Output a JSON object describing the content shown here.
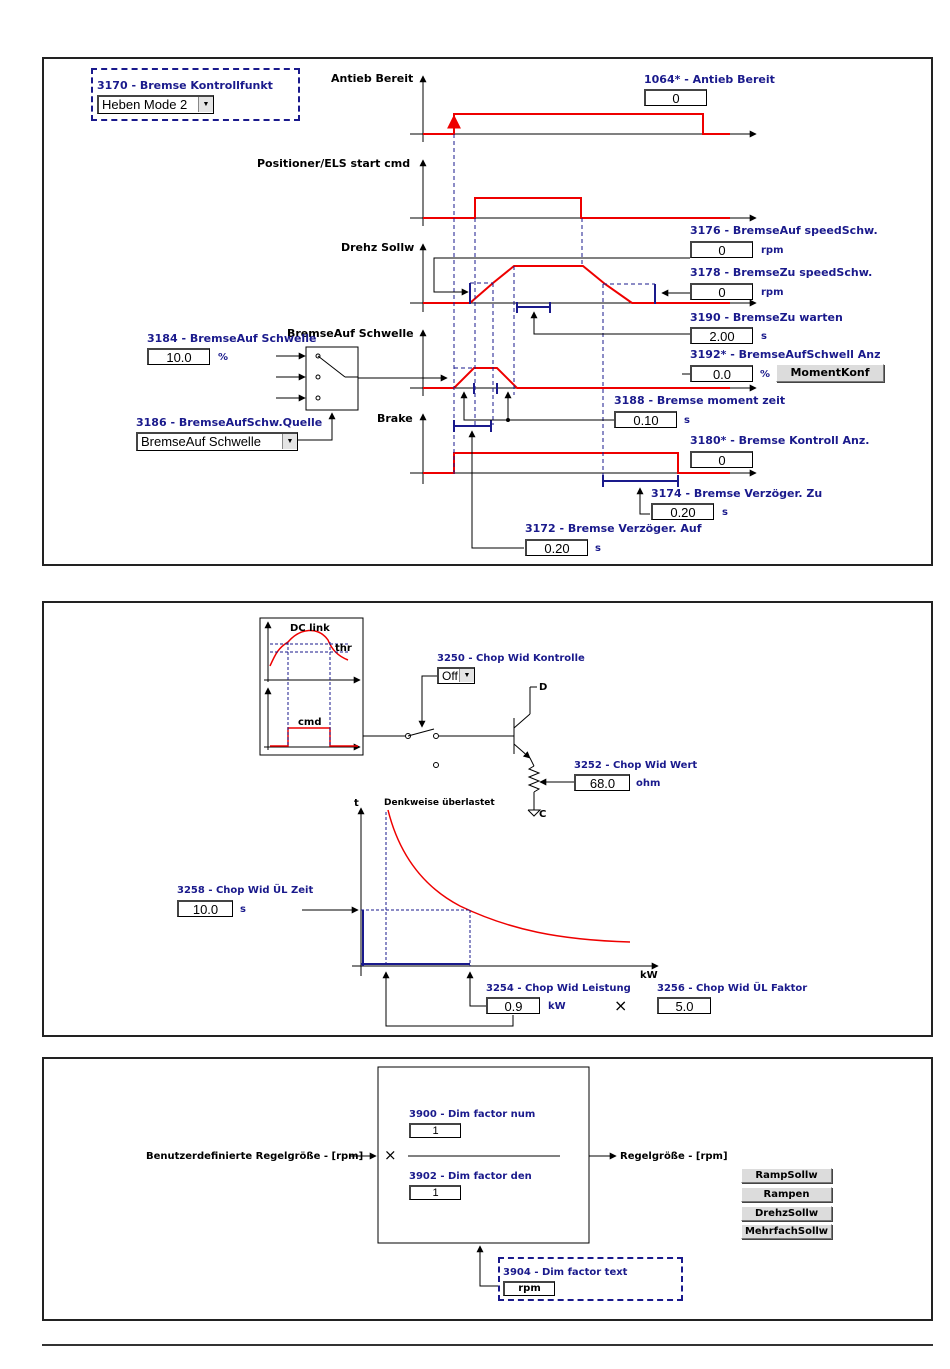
{
  "panel1": {
    "brake_control": {
      "label": "3170 - Bremse Kontrollfunkt",
      "value": "Heben Mode 2"
    },
    "drive_ready": {
      "signal": "Antieb Bereit",
      "label": "1064* - Antieb Bereit",
      "value": "0"
    },
    "start_cmd": {
      "signal": "Positioner/ELS start cmd"
    },
    "speed_ref": {
      "signal": "Drehz Sollw"
    },
    "brake_open_speed": {
      "label": "3176 - BremseAuf speedSchw.",
      "value": "0",
      "unit": "rpm"
    },
    "brake_close_speed": {
      "label": "3178 - BremseZu speedSchw.",
      "value": "0",
      "unit": "rpm"
    },
    "brake_close_wait": {
      "label": "3190 - BremseZu warten",
      "value": "2.00",
      "unit": "s"
    },
    "brake_open_threshold_signal": {
      "signal": "BremseAuf Schwelle"
    },
    "brake_open_threshold": {
      "label": "3184 - BremseAuf Schwelle",
      "value": "10.0",
      "unit": "%"
    },
    "brake_open_threshold_display": {
      "label": "3192* - BremseAufSchwell Anz",
      "value": "0.0",
      "unit": "%",
      "button": "MomentKonf"
    },
    "threshold_source": {
      "label": "3186 - BremseAufSchw.Quelle",
      "value": "BremseAuf Schwelle"
    },
    "brake_signal": {
      "signal": "Brake"
    },
    "brake_torque_time": {
      "label": "3188 - Bremse moment zeit",
      "value": "0.10",
      "unit": "s"
    },
    "brake_control_display": {
      "label": "3180* - Bremse Kontroll Anz.",
      "value": "0"
    },
    "brake_delay_close": {
      "label": "3174 - Bremse Verzöger. Zu",
      "value": "0.20",
      "unit": "s"
    },
    "brake_delay_open": {
      "label": "3172 - Bremse Verzöger. Auf",
      "value": "0.20",
      "unit": "s"
    }
  },
  "panel2": {
    "dc_link": "DC link",
    "thr": "thr",
    "cmd": "cmd",
    "chop_control": {
      "label": "3250 - Chop Wid Kontrolle",
      "value": "Off"
    },
    "transistor_d": "D",
    "transistor_c": "C",
    "chop_value": {
      "label": "3252 - Chop Wid Wert",
      "value": "68.0",
      "unit": "ohm"
    },
    "axis_t": "t",
    "overload_label": "Denkweise überlastet",
    "overload_time": {
      "label": "3258 - Chop Wid ÜL Zeit",
      "value": "10.0",
      "unit": "s"
    },
    "axis_kw": "kW",
    "chop_power": {
      "label": "3254 - Chop Wid Leistung",
      "value": "0.9",
      "unit": "kW"
    },
    "multiply": "×",
    "overload_factor": {
      "label": "3256 - Chop Wid ÜL Faktor",
      "value": "5.0"
    }
  },
  "panel3": {
    "input_label": "Benutzerdefinierte Regelgröße - [rpm]",
    "multiply": "×",
    "output_label": "Regelgröße - [rpm]",
    "dim_num": {
      "label": "3900 - Dim factor num",
      "value": "1"
    },
    "dim_den": {
      "label": "3902 - Dim factor den",
      "value": "1"
    },
    "dim_text": {
      "label": "3904 - Dim factor text",
      "value": "rpm"
    },
    "buttons": [
      "RampSollw",
      "Rampen",
      "DrehzSollw",
      "MehrfachSollw"
    ]
  }
}
